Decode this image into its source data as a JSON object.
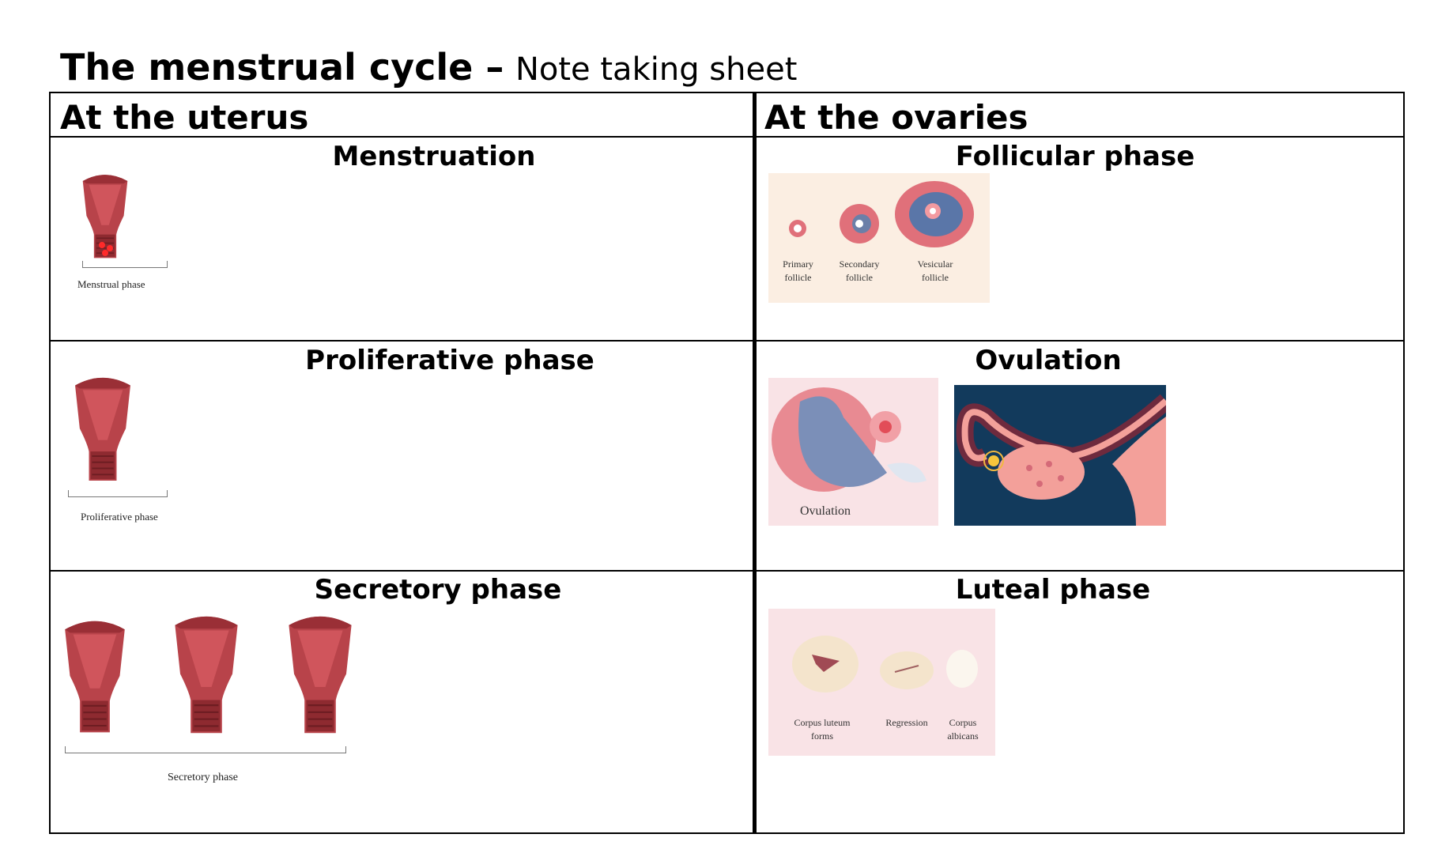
{
  "title": {
    "main": "The menstrual cycle –",
    "sub": "Note taking sheet"
  },
  "columns": {
    "uterus": "At the uterus",
    "ovaries": "At the ovaries"
  },
  "uterus": {
    "menstruation": {
      "heading": "Menstruation",
      "caption": "Menstrual phase"
    },
    "proliferative": {
      "heading": "Proliferative phase",
      "caption": "Proliferative phase"
    },
    "secretory": {
      "heading": "Secretory phase",
      "caption": "Secretory phase"
    }
  },
  "ovaries": {
    "follicular": {
      "heading": "Follicular phase",
      "labels": [
        "Primary follicle",
        "Secondary follicle",
        "Vesicular follicle"
      ]
    },
    "ovulation": {
      "heading": "Ovulation",
      "caption": "Ovulation"
    },
    "luteal": {
      "heading": "Luteal phase",
      "labels": [
        "Corpus luteum forms",
        "Regression",
        "Corpus albicans"
      ]
    }
  },
  "colors": {
    "uterus": "#b8434a",
    "ovulation_bg": "#123a5c",
    "pink_bg": "#f9e3e6"
  }
}
